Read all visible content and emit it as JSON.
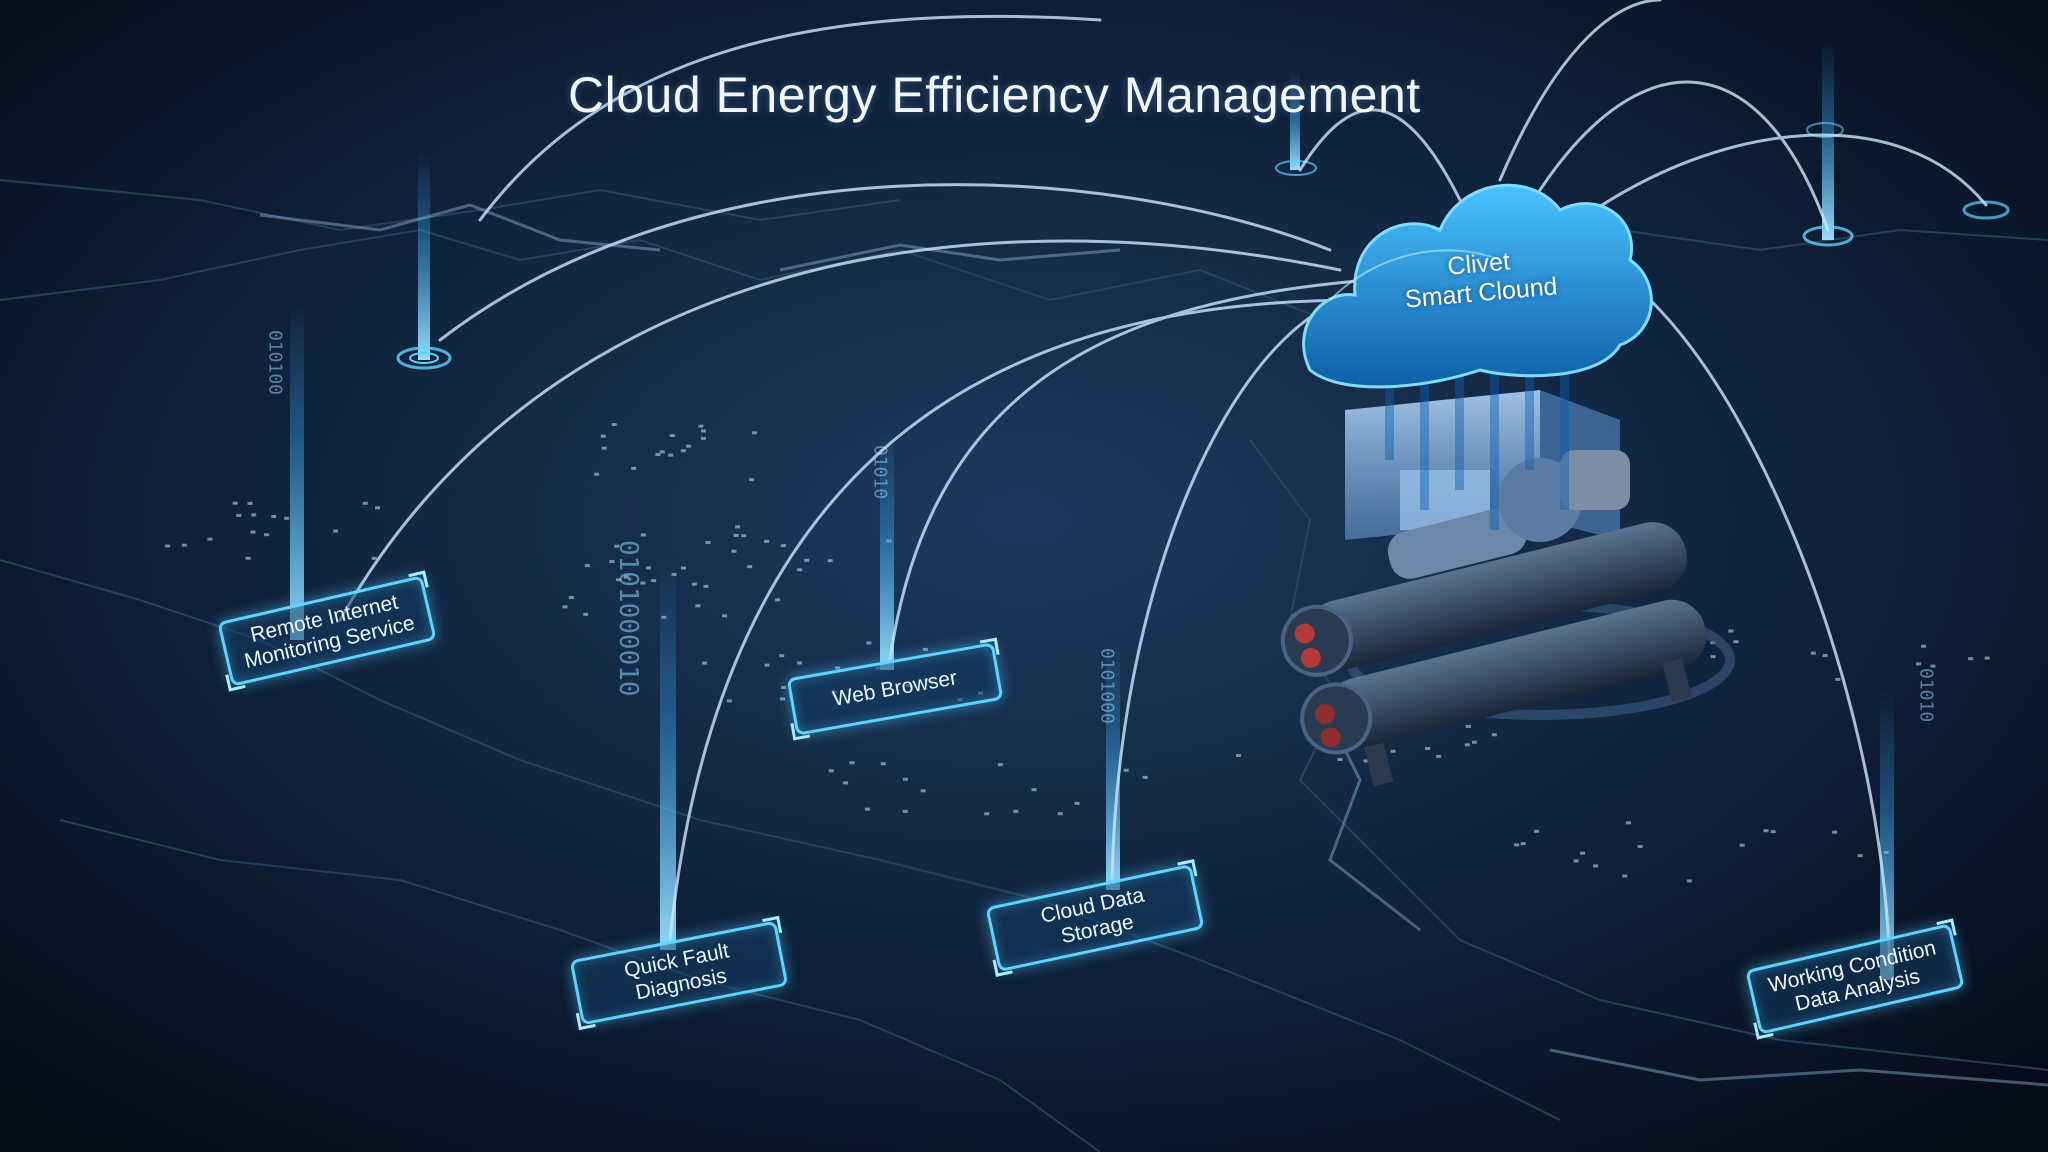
{
  "title": "Cloud Energy Efficiency Management",
  "cloud": {
    "line1": "Clivet",
    "line2": "Smart Clound"
  },
  "nodes": [
    {
      "id": "remote",
      "line1": "Remote Internet",
      "line2": "Monitoring Service"
    },
    {
      "id": "web",
      "line1": "Web Browser",
      "line2": ""
    },
    {
      "id": "fault",
      "line1": "Quick Fault",
      "line2": "Diagnosis"
    },
    {
      "id": "storage",
      "line1": "Cloud Data",
      "line2": "Storage"
    },
    {
      "id": "analysis",
      "line1": "Working Condition",
      "line2": "Data Analysis"
    }
  ],
  "colors": {
    "background": "#0a1424",
    "accent": "#5fd2ff",
    "arc": "#cfe6ff",
    "cloud": "#1b8fd6"
  },
  "binary_strings": [
    "010100",
    "0101000010",
    "01010",
    "0101000",
    "01010"
  ]
}
